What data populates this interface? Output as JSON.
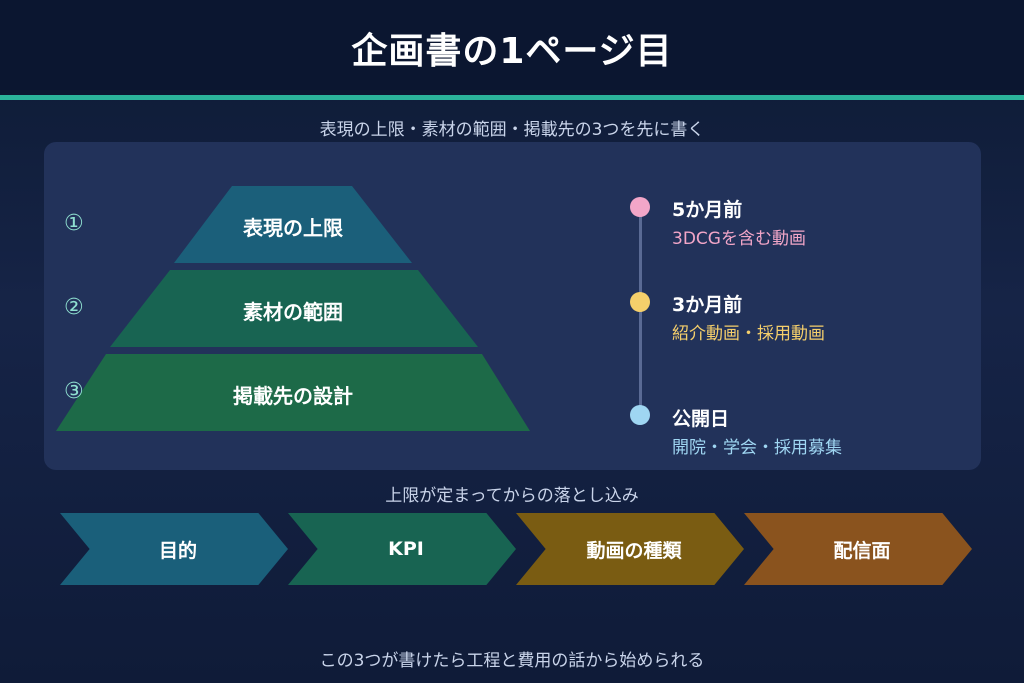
{
  "title": "企画書の1ページ目",
  "subtitle": "表現の上限・素材の範囲・掲載先の3つを先に書く",
  "pyramid": {
    "tiers": [
      {
        "number": "①",
        "label": "表現の上限",
        "color": "#1b5f7a"
      },
      {
        "number": "②",
        "label": "素材の範囲",
        "color": "#186452"
      },
      {
        "number": "③",
        "label": "掲載先の設計",
        "color": "#1d6a48"
      }
    ]
  },
  "timeline": {
    "line_color": "#5a6a94",
    "milestones": [
      {
        "title": "5か月前",
        "detail": "3DCGを含む動画",
        "color": "#f2a6c8"
      },
      {
        "title": "3か月前",
        "detail": "紹介動画・採用動画",
        "color": "#f5cf6b"
      },
      {
        "title": "公開日",
        "detail": "開院・学会・採用募集",
        "color": "#9fd6f2"
      }
    ]
  },
  "caption": "上限が定まってからの落とし込み",
  "steps": [
    {
      "label": "目的",
      "color": "#1a5f7a"
    },
    {
      "label": "KPI",
      "color": "#186452"
    },
    {
      "label": "動画の種類",
      "color": "#7a5c12"
    },
    {
      "label": "配信面",
      "color": "#8a531e"
    }
  ],
  "footer": "この3つが書けたら工程と費用の話から始められる"
}
